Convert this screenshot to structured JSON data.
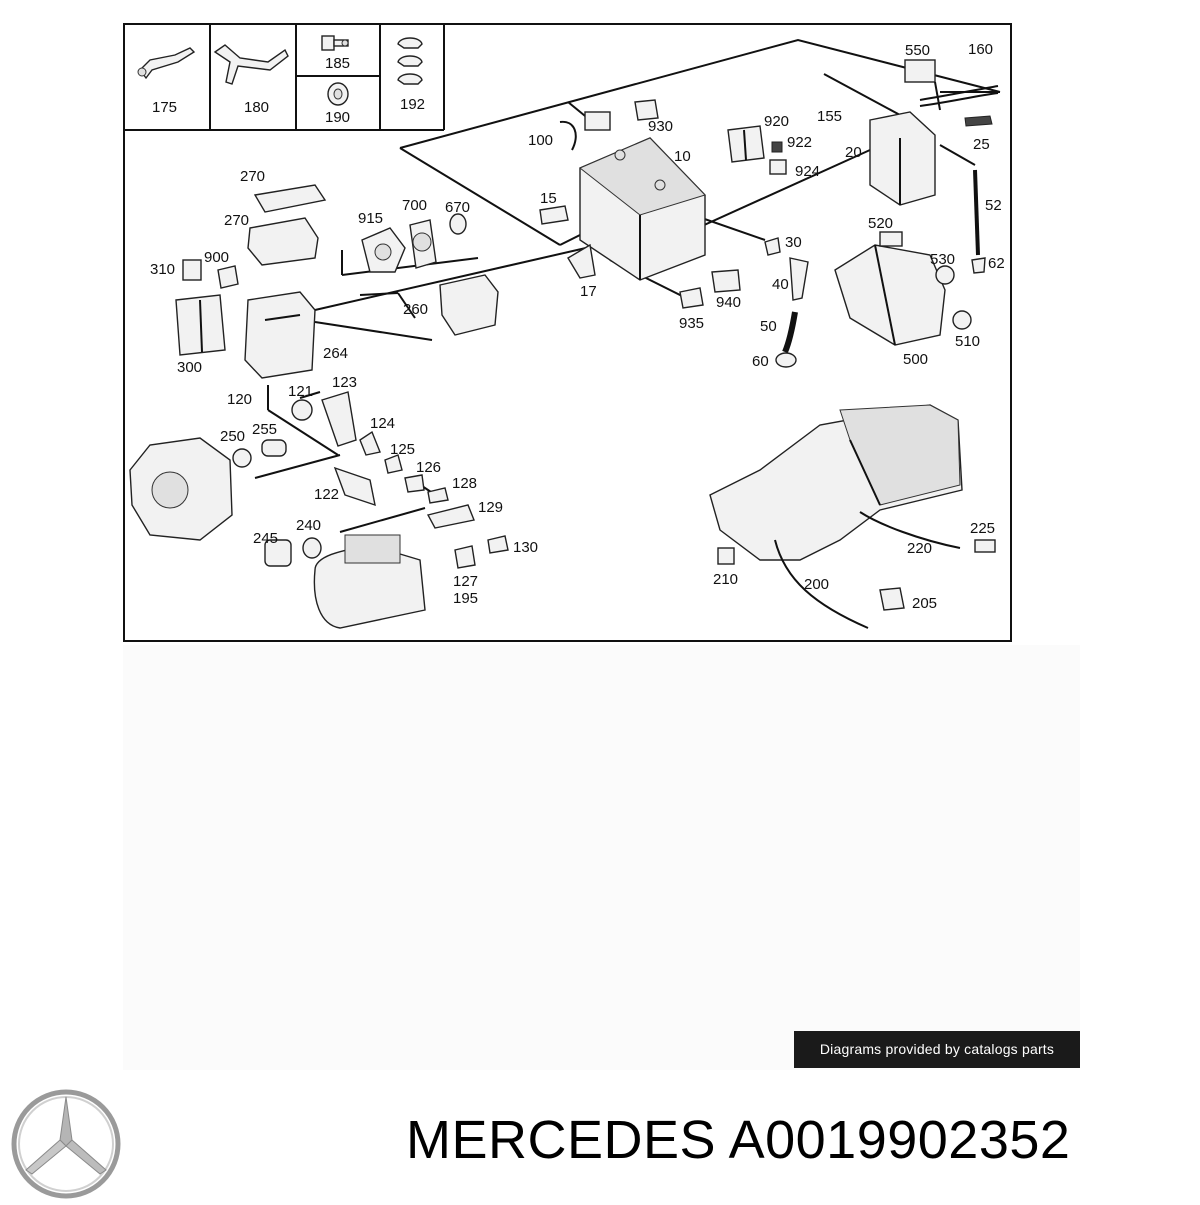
{
  "diagram": {
    "labels": {
      "l175": "175",
      "l180": "180",
      "l185": "185",
      "l190": "190",
      "l192": "192",
      "l550": "550",
      "l160": "160",
      "l155": "155",
      "l100": "100",
      "l930": "930",
      "l920": "920",
      "l922": "922",
      "l924": "924",
      "l10": "10",
      "l20": "20",
      "l25": "25",
      "l270a": "270",
      "l270b": "270",
      "l915": "915",
      "l700": "700",
      "l670": "670",
      "l15": "15",
      "l52": "52",
      "l30": "30",
      "l520": "520",
      "l530": "530",
      "l62": "62",
      "l310": "310",
      "l900": "900",
      "l260": "260",
      "l17": "17",
      "l40": "40",
      "l940": "940",
      "l935": "935",
      "l50": "50",
      "l510": "510",
      "l300": "300",
      "l264": "264",
      "l60": "60",
      "l500": "500",
      "l123": "123",
      "l120": "120",
      "l121": "121",
      "l124": "124",
      "l250": "250",
      "l255": "255",
      "l125": "125",
      "l126": "126",
      "l128": "128",
      "l122": "122",
      "l129": "129",
      "l240": "240",
      "l245": "245",
      "l130": "130",
      "l127": "127",
      "l195": "195",
      "l225": "225",
      "l220": "220",
      "l210": "210",
      "l200": "200",
      "l205": "205"
    }
  },
  "credit_text": "Diagrams provided by catalogs parts",
  "brand": {
    "name": "MERCEDES",
    "part_number": "A0019902352",
    "logo_icon": "mercedes-star-icon"
  }
}
